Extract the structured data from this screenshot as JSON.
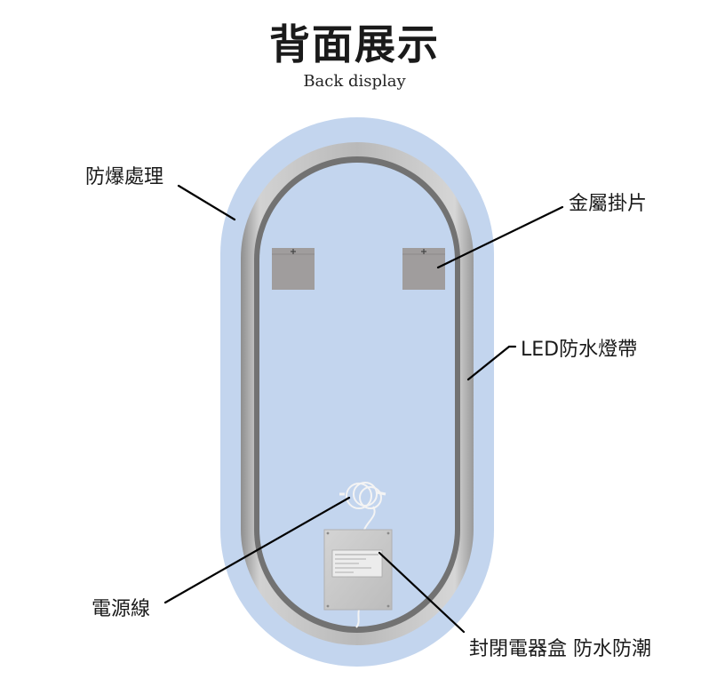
{
  "header": {
    "title": "背面展示",
    "subtitle": "Back display"
  },
  "callouts": {
    "explosion_proof": "防爆處理",
    "metal_bracket": "金屬掛片",
    "led_strip": "LED防水燈帶",
    "power_cord": "電源線",
    "electrical_box": "封閉電器盒 防水防潮"
  },
  "colors": {
    "mirror_glow": "#c3d5ee",
    "frame": "#a8a8a8",
    "frame_inner": "#6f6f6f",
    "bracket": "#a09d9d",
    "box": "#c9c9c9",
    "leader_line": "#000000"
  }
}
